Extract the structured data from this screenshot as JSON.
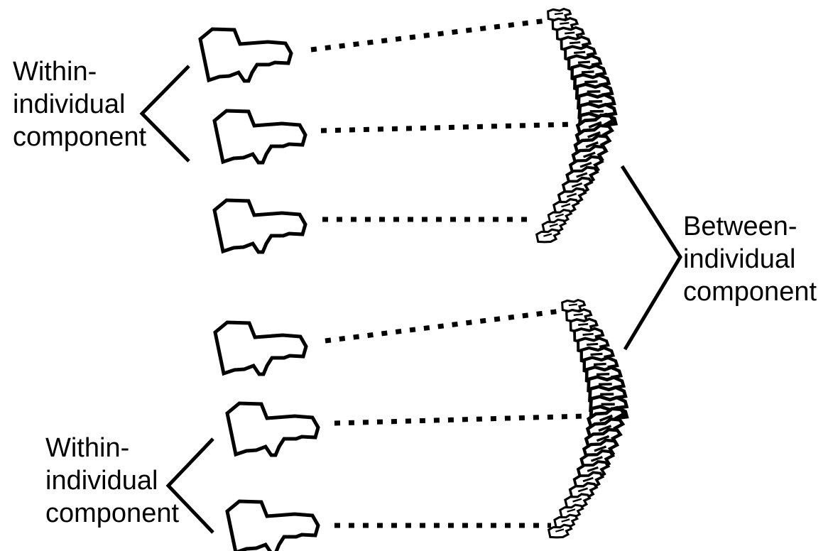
{
  "labels": {
    "within_top": [
      "Within-",
      "individual",
      "component"
    ],
    "within_bottom": [
      "Within-",
      "individual",
      "component"
    ],
    "between": [
      "Between-",
      "individual",
      "component"
    ]
  },
  "colors": {
    "stroke": "#000000",
    "background": "#ffffff"
  },
  "icons": {
    "vertebra": "vertebra-outline-icon",
    "spine": "spine-column-icon"
  },
  "counts": {
    "vertebra_samples": 6,
    "spines": 2
  }
}
